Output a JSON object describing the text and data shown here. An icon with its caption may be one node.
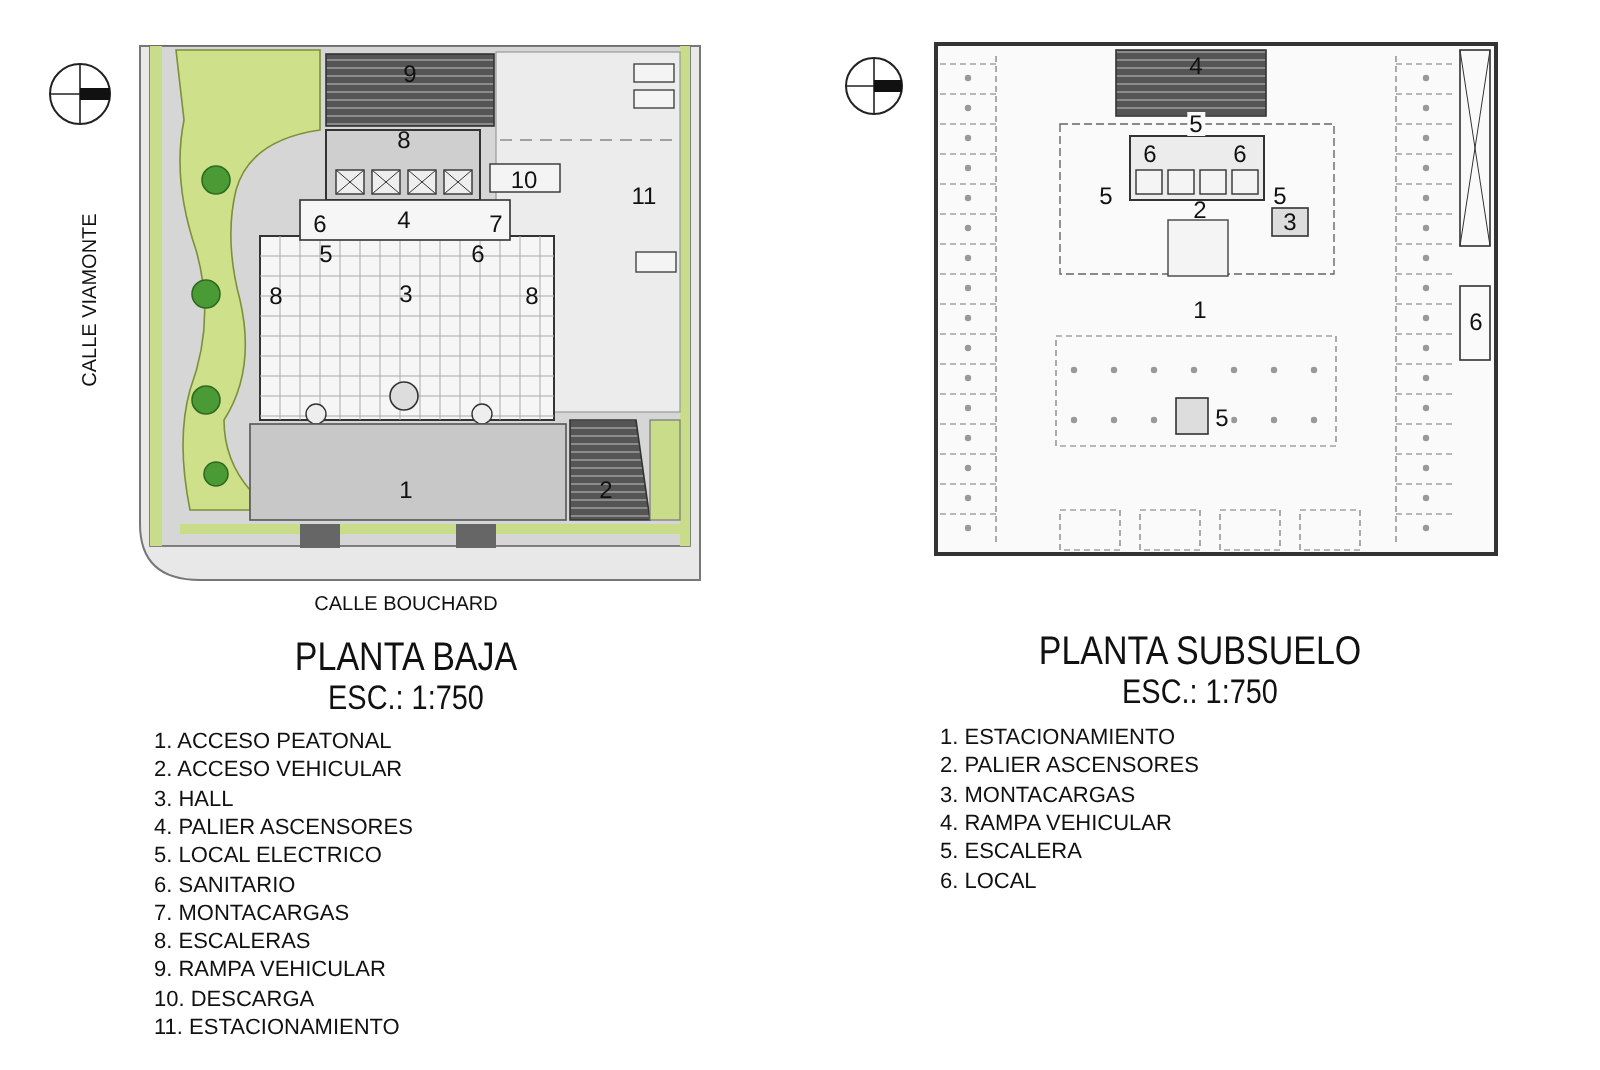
{
  "diagram": {
    "labels": [
      "9",
      "8",
      "10",
      "11",
      "6",
      "4",
      "7",
      "5",
      "6",
      "8",
      "3",
      "8",
      "1",
      "2",
      "CALLE VIAMONTE",
      "CALLE BOUCHARD",
      "4",
      "5",
      "6",
      "6",
      "5",
      "5",
      "2",
      "3",
      "1",
      "6",
      "5",
      "PLANTA BAJA",
      "ESC.: 1:750",
      "1. ACCESO PEATONAL",
      "2. ACCESO VEHICULAR",
      "3. HALL",
      "4. PALIER ASCENSORES",
      "5. LOCAL ELECTRICO",
      "6. SANITARIO",
      "7. MONTACARGAS",
      "8. ESCALERAS",
      "9. RAMPA VEHICULAR",
      "10. DESCARGA",
      "11. ESTACIONAMIENTO",
      "PLANTA SUBSUELO",
      "ESC.: 1:750",
      "1. ESTACIONAMIENTO",
      "2. PALIER ASCENSORES",
      "3. MONTACARGAS",
      "4. RAMPA VEHICULAR",
      "5. ESCALERA",
      "6. LOCAL"
    ]
  }
}
